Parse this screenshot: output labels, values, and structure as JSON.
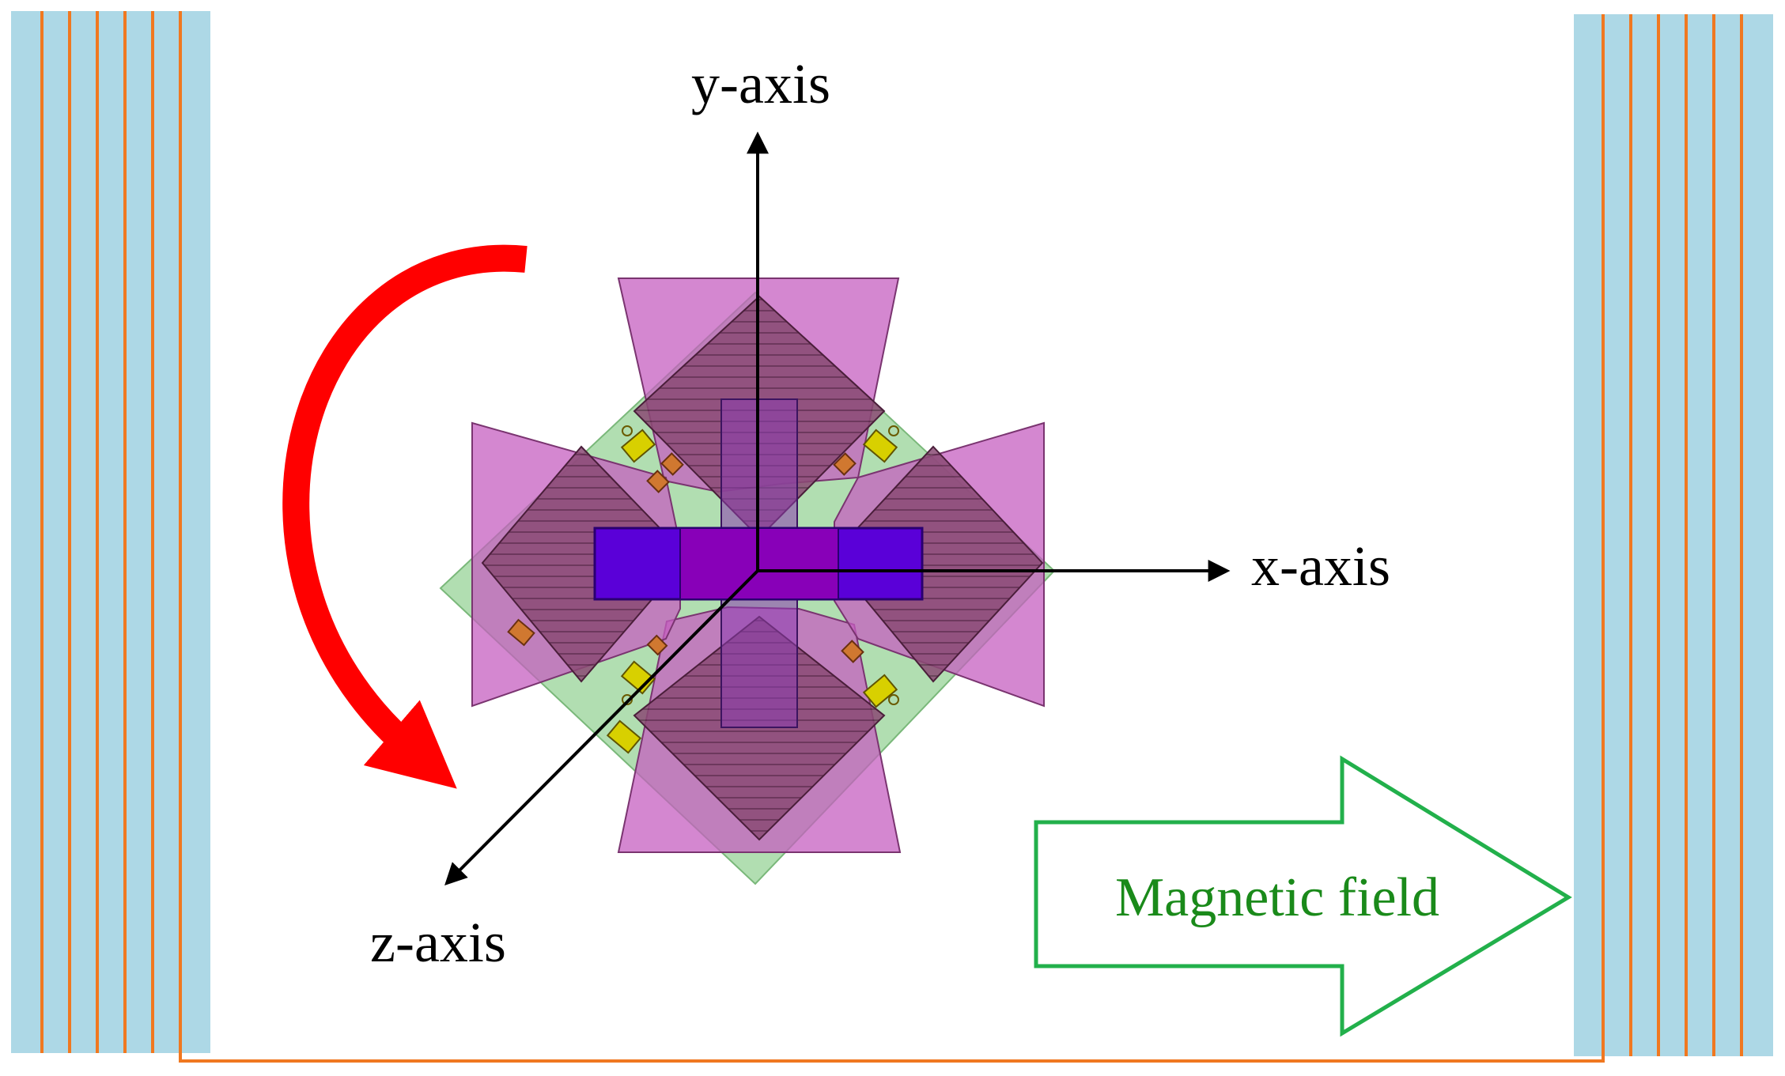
{
  "labels": {
    "y_axis": "y-axis",
    "x_axis": "x-axis",
    "z_axis": "z-axis",
    "magnetic_field": "Magnetic field"
  },
  "colors": {
    "coil_panel": "#add8e6",
    "coil_wire": "#f07820",
    "rotation_arrow": "#ff0000",
    "field_arrow": "#22b04b",
    "field_text": "#1a8a1a",
    "pcb_green": "#9ed69e",
    "coil_plate": "#c65fc0",
    "coil_square": "#8e4c78",
    "magnet_bar": "#5a00d8",
    "axis": "#000000",
    "component_yellow": "#d8d000",
    "component_orange": "#d07830"
  }
}
